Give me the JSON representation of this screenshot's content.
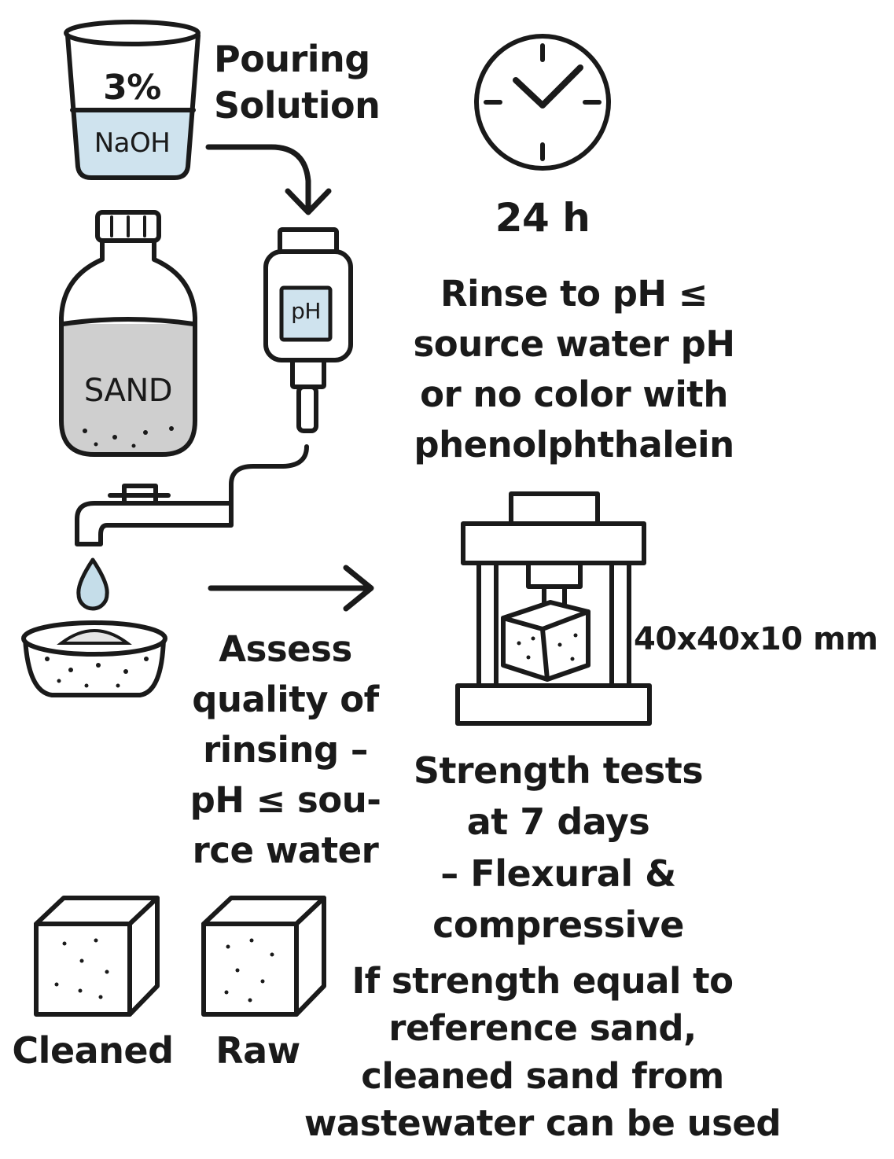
{
  "beaker": {
    "percent": "3%",
    "chemical": "NaOH"
  },
  "pouring_label": [
    "Pouring",
    "Solution"
  ],
  "bottle_label": "SAND",
  "ph_meter_label": "pH",
  "clock_label": "24 h",
  "rinse_text": [
    "Rinse to pH ≤",
    "source water pH",
    "or no color with",
    "phenolphthalein"
  ],
  "assess_text": [
    "Assess",
    "quality of",
    "rinsing –",
    "pH ≤ sou-",
    "rce water"
  ],
  "specimen_size": "40x40x10 mm",
  "strength_text": [
    "Strength tests",
    "at 7 days",
    "– Flexural &",
    "compressive"
  ],
  "cube_labels": {
    "cleaned": "Cleaned",
    "raw": "Raw"
  },
  "conclusion_text": [
    "If strength equal to",
    "reference sand,",
    "cleaned sand from",
    "wastewater can be used"
  ],
  "colors": {
    "ink": "#1a1a1a",
    "solution": "#cfe3ee",
    "sand": "#cfcfcf",
    "drop": "#c5dde9"
  }
}
